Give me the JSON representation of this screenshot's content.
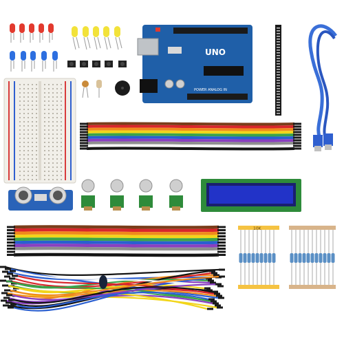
{
  "board": {
    "label": "UNO",
    "small_label": "POWER    ANALOG IN"
  },
  "resistor_tape": {
    "left_label": "10K"
  },
  "colors": {
    "board_blue": "#1f5fa8",
    "board_header": "#1a1a1a",
    "led_red": "#e23a2e",
    "led_blue": "#2d6fe0",
    "led_yellow": "#f2e23a",
    "breadboard": "#f1efe9",
    "usb_cable": "#3a6fd8",
    "lcd_screen": "#2233c8",
    "pcb_green": "#2e8b3a",
    "tape": "#f5c342"
  },
  "ribbon_colors": [
    "#7a3d1a",
    "#d8262b",
    "#f08a1c",
    "#f2d51a",
    "#3aa34a",
    "#2a5fd0",
    "#8a3fc0",
    "#8f8f8f",
    "#f5f5f5",
    "#141414"
  ]
}
